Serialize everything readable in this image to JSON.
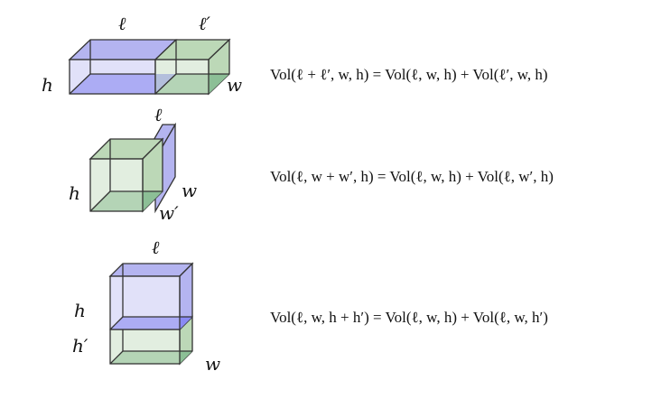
{
  "colors": {
    "blue_light": "#c8c8f4",
    "blue_mid": "#b4b4f0",
    "blue_dark": "#8a8af4",
    "green_light": "#cfe3cb",
    "green_mid": "#bcd8b7",
    "green_dark": "#8cbf96",
    "edge": "#333333"
  },
  "rows": [
    {
      "labels": {
        "l": "ℓ",
        "lp": "ℓ′",
        "h": "h",
        "w": "w"
      },
      "equation": "Vol(ℓ + ℓ′, w, h) = Vol(ℓ, w, h) + Vol(ℓ′, w, h)"
    },
    {
      "labels": {
        "l": "ℓ",
        "h": "h",
        "w": "w",
        "wp": "w′"
      },
      "equation": "Vol(ℓ, w + w′, h) = Vol(ℓ, w, h) + Vol(ℓ, w′, h)"
    },
    {
      "labels": {
        "l": "ℓ",
        "h": "h",
        "hp": "h′",
        "w": "w"
      },
      "equation": "Vol(ℓ, w, h + h′) = Vol(ℓ, w, h) + Vol(ℓ, w, h′)"
    }
  ]
}
